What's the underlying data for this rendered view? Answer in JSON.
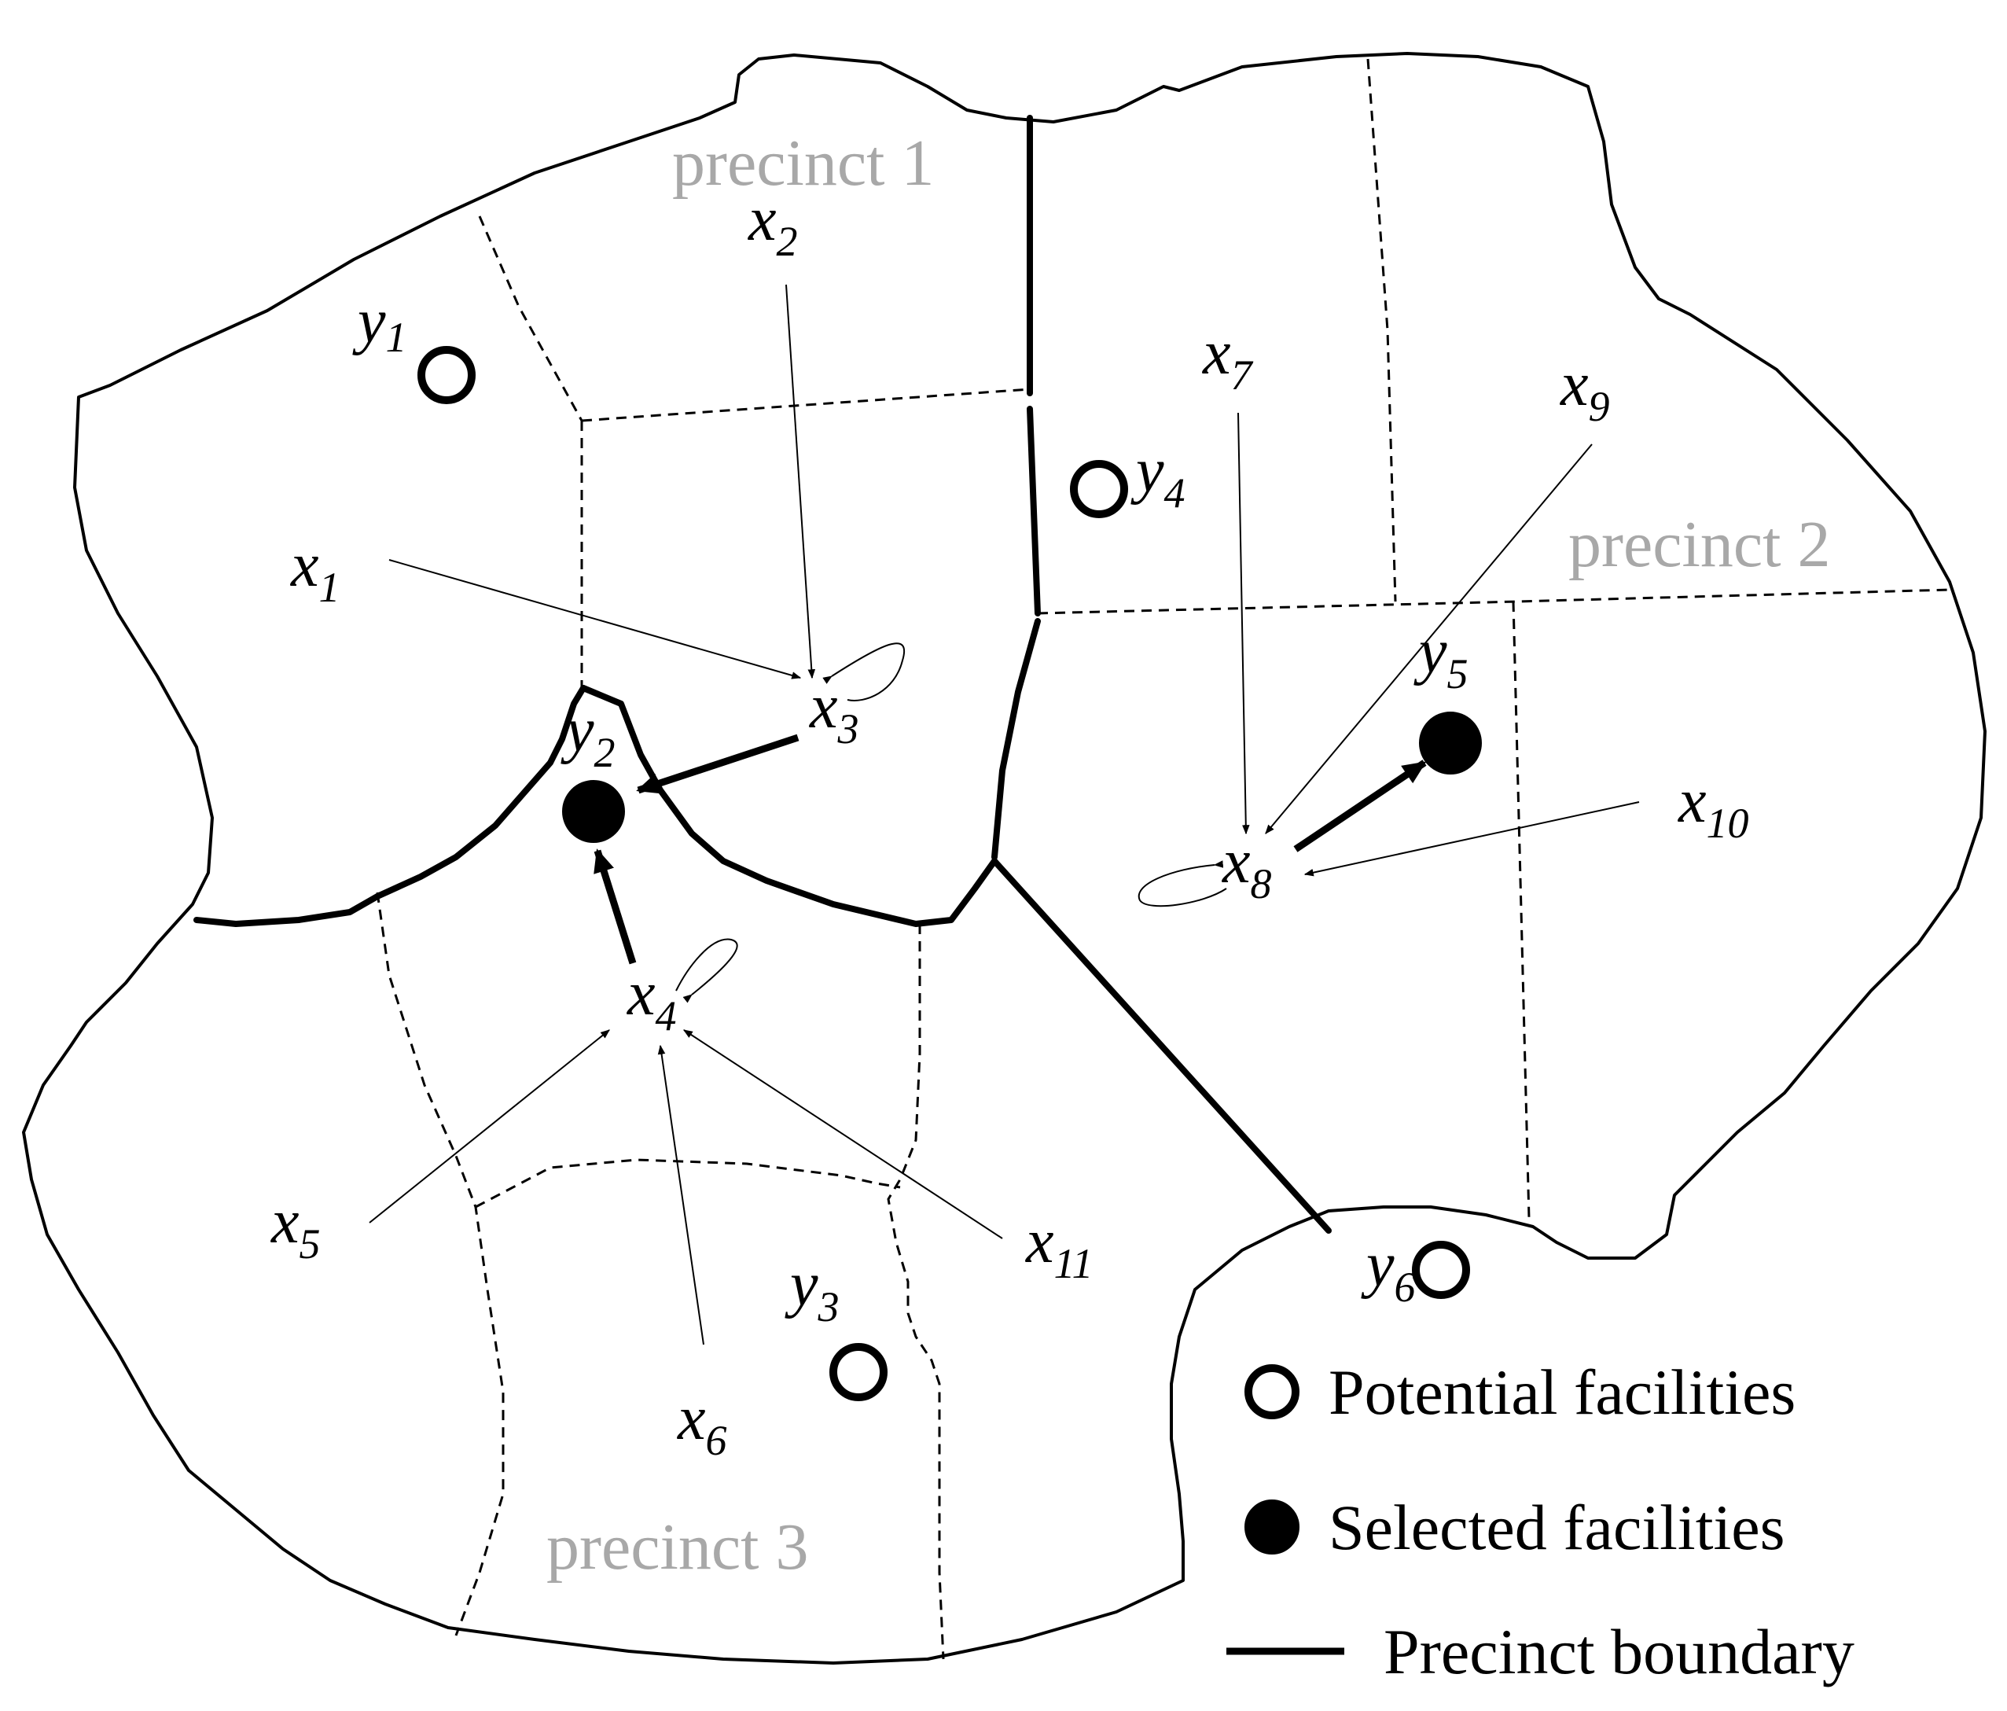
{
  "precincts": [
    {
      "label": "precinct 1"
    },
    {
      "label": "precinct 2"
    },
    {
      "label": "precinct 3"
    }
  ],
  "demand_points": [
    {
      "id": "x1",
      "base": "x",
      "sub": "1"
    },
    {
      "id": "x2",
      "base": "x",
      "sub": "2"
    },
    {
      "id": "x3",
      "base": "x",
      "sub": "3"
    },
    {
      "id": "x4",
      "base": "x",
      "sub": "4"
    },
    {
      "id": "x5",
      "base": "x",
      "sub": "5"
    },
    {
      "id": "x6",
      "base": "x",
      "sub": "6"
    },
    {
      "id": "x7",
      "base": "x",
      "sub": "7"
    },
    {
      "id": "x8",
      "base": "x",
      "sub": "8"
    },
    {
      "id": "x9",
      "base": "x",
      "sub": "9"
    },
    {
      "id": "x10",
      "base": "x",
      "sub": "10"
    },
    {
      "id": "x11",
      "base": "x",
      "sub": "11"
    }
  ],
  "facilities": [
    {
      "id": "y1",
      "base": "y",
      "sub": "1",
      "status": "potential"
    },
    {
      "id": "y2",
      "base": "y",
      "sub": "2",
      "status": "selected"
    },
    {
      "id": "y3",
      "base": "y",
      "sub": "3",
      "status": "potential"
    },
    {
      "id": "y4",
      "base": "y",
      "sub": "4",
      "status": "potential"
    },
    {
      "id": "y5",
      "base": "y",
      "sub": "5",
      "status": "selected"
    },
    {
      "id": "y6",
      "base": "y",
      "sub": "6",
      "status": "potential"
    }
  ],
  "legend": {
    "potential": "Potential facilities",
    "selected": "Selected facilities",
    "boundary": "Precinct boundary"
  }
}
